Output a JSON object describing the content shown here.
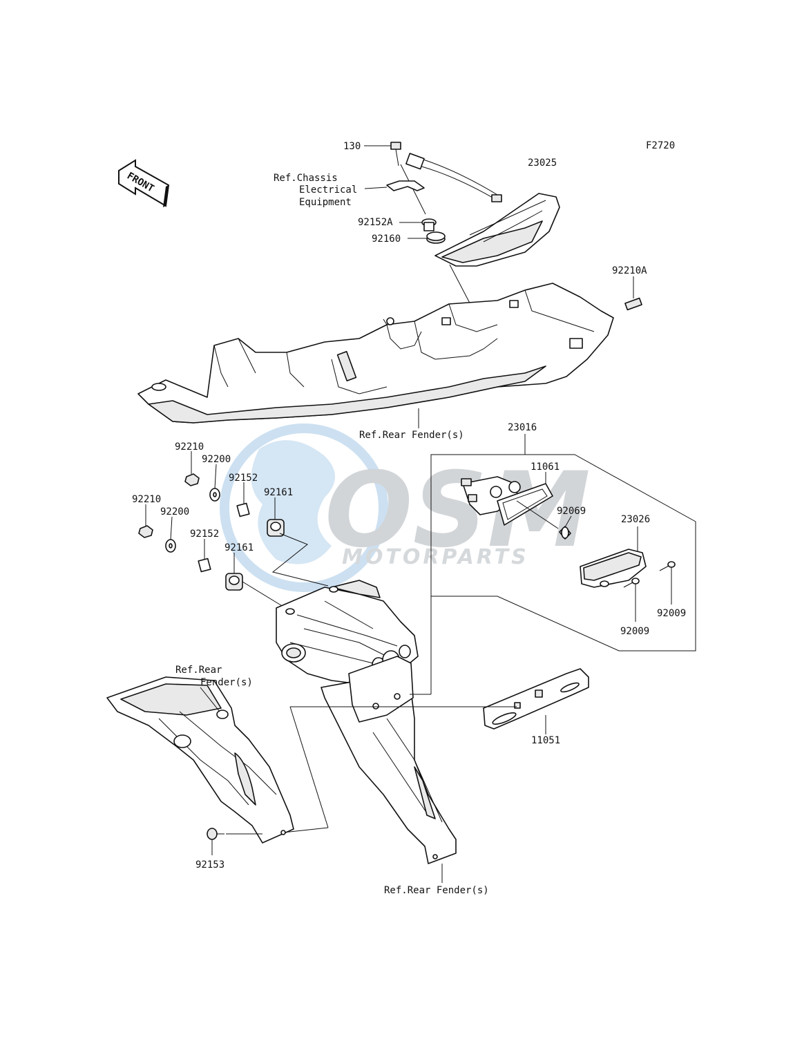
{
  "diagram_code": "F2720",
  "front_arrow_text": "FRONT",
  "watermark": {
    "brand": "OSM",
    "tagline": "MOTORPARTS"
  },
  "labels": {
    "p130": "130",
    "p23025": "23025",
    "ref_chassis_1": "Ref.Chassis",
    "ref_chassis_2": "Electrical",
    "ref_chassis_3": "Equipment",
    "p92152A": "92152A",
    "p92160": "92160",
    "p92210A": "92210A",
    "ref_rear_fender_top": "Ref.Rear Fender(s)",
    "p23016": "23016",
    "p11061": "11061",
    "p92069": "92069",
    "p23026": "23026",
    "p92009_a": "92009",
    "p92009_b": "92009",
    "p92210_a": "92210",
    "p92200_a": "92200",
    "p92152_a": "92152",
    "p92161_a": "92161",
    "p92210_b": "92210",
    "p92200_b": "92200",
    "p92152_b": "92152",
    "p92161_b": "92161",
    "ref_rear_fender_left_1": "Ref.Rear",
    "ref_rear_fender_left_2": "Fender(s)",
    "p11051": "11051",
    "p92153": "92153",
    "ref_rear_fender_bottom": "Ref.Rear Fender(s)"
  }
}
